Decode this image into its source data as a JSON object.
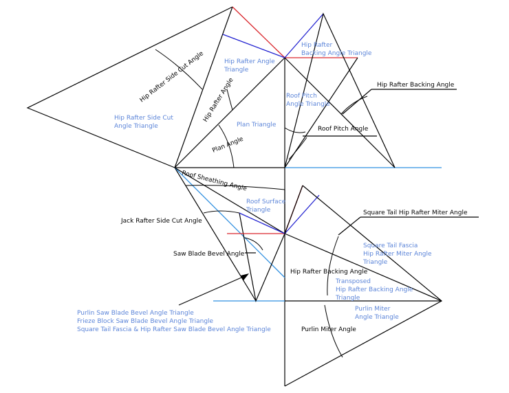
{
  "colors": {
    "line": "#000000",
    "red": "#d9262c",
    "blue": "#2020d0",
    "light_blue": "#2f8fe0",
    "text_blue": "#5b84d8"
  },
  "angle_labels": {
    "hip_rafter_side_cut_angle": "Hip Rafter Side Cut Angle",
    "hip_rafter_angle": "Hip Rafter Angle",
    "plan_angle": "Plan Angle",
    "roof_pitch_angle": "Roof Pitch Angle",
    "hip_rafter_backing_angle_top": "Hip Rafter Backing Angle",
    "roof_sheathing_angle": "Roof Sheathing Angle",
    "jack_rafter_side_cut_angle": "Jack Rafter Side Cut Angle",
    "saw_blade_bevel_angle": "Saw Blade Bevel Angle",
    "square_tail_hip_rafter_miter_angle": "Square Tail Hip Rafter Miter Angle",
    "hip_rafter_backing_angle_bottom": "Hip Rafter Backing Angle",
    "purlin_miter_angle": "Purlin Miter Angle"
  },
  "triangle_labels": {
    "hip_rafter_side_cut": [
      "Hip Rafter Side Cut",
      "Angle Triangle"
    ],
    "hip_rafter_angle": [
      "Hip Rafter Angle",
      "Triangle"
    ],
    "plan": [
      "Plan Triangle"
    ],
    "roof_pitch": [
      "Roof Pitch",
      "Angle Triangle"
    ],
    "hip_rafter_backing": [
      "Hip Rafter",
      "Backing Angle Triangle"
    ],
    "roof_surface": [
      "Roof Surface",
      "Triangle"
    ],
    "square_tail_fascia": [
      "Square Tail Fascia",
      "Hip Rafter Miter Angle",
      "Triangle"
    ],
    "transposed_backing": [
      "Transposed",
      "Hip Rafter Backing Angle",
      "Triangle"
    ],
    "purlin_miter": [
      "Purlin Miter",
      "Angle Triangle"
    ]
  },
  "legend": [
    "Purlin Saw Blade Bevel Angle Triangle",
    "Frieze Block Saw Blade Bevel Angle Triangle",
    "Square Tail Fascia & Hip Rafter Saw Blade Bevel Angle Triangle"
  ]
}
